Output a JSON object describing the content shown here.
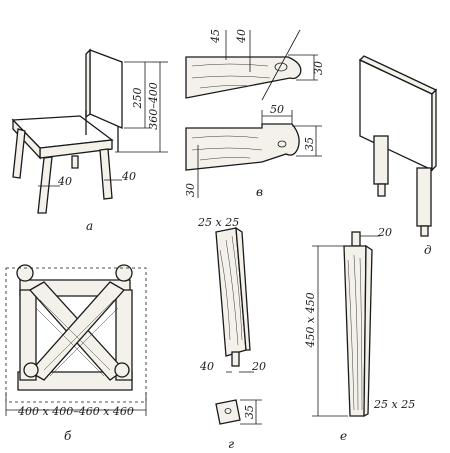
{
  "panels": {
    "a": {
      "label": "а",
      "dims": {
        "back_height": "250",
        "seat_height": "360–400",
        "leg_front": "40",
        "leg_side": "40"
      }
    },
    "v": {
      "label": "в",
      "dims": {
        "top_45": "45",
        "top_40": "40",
        "top_30": "30",
        "bot_50": "50",
        "bot_35": "35",
        "bot_30": "30"
      }
    },
    "d": {
      "label": "д"
    },
    "b": {
      "label": "б",
      "dims": {
        "frame": "400 x 400–460 x 460"
      }
    },
    "g": {
      "label": "г",
      "dims": {
        "section": "25 x 25",
        "w40": "40",
        "w20": "20",
        "h35": "35"
      }
    },
    "e": {
      "label": "е",
      "dims": {
        "tenon": "20",
        "length": "450 x 450",
        "section": "25 x 25"
      }
    }
  }
}
